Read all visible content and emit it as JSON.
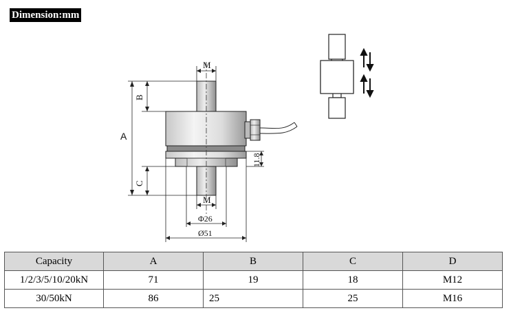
{
  "header": {
    "label": "Dimension:mm"
  },
  "drawing": {
    "labels": {
      "M_top": "M",
      "B": "B",
      "A": "A",
      "C": "C",
      "M_bottom": "M",
      "dim_11_8": "11.8",
      "phi26": "Φ26",
      "phi51": "Ø51"
    }
  },
  "table": {
    "headers": [
      "Capacity",
      "A",
      "B",
      "C",
      "D"
    ],
    "rows": [
      [
        "1/2/3/5/10/20kN",
        "71",
        "19",
        "18",
        "M12"
      ],
      [
        "30/50kN",
        "86",
        "25",
        "25",
        "M16"
      ]
    ]
  }
}
